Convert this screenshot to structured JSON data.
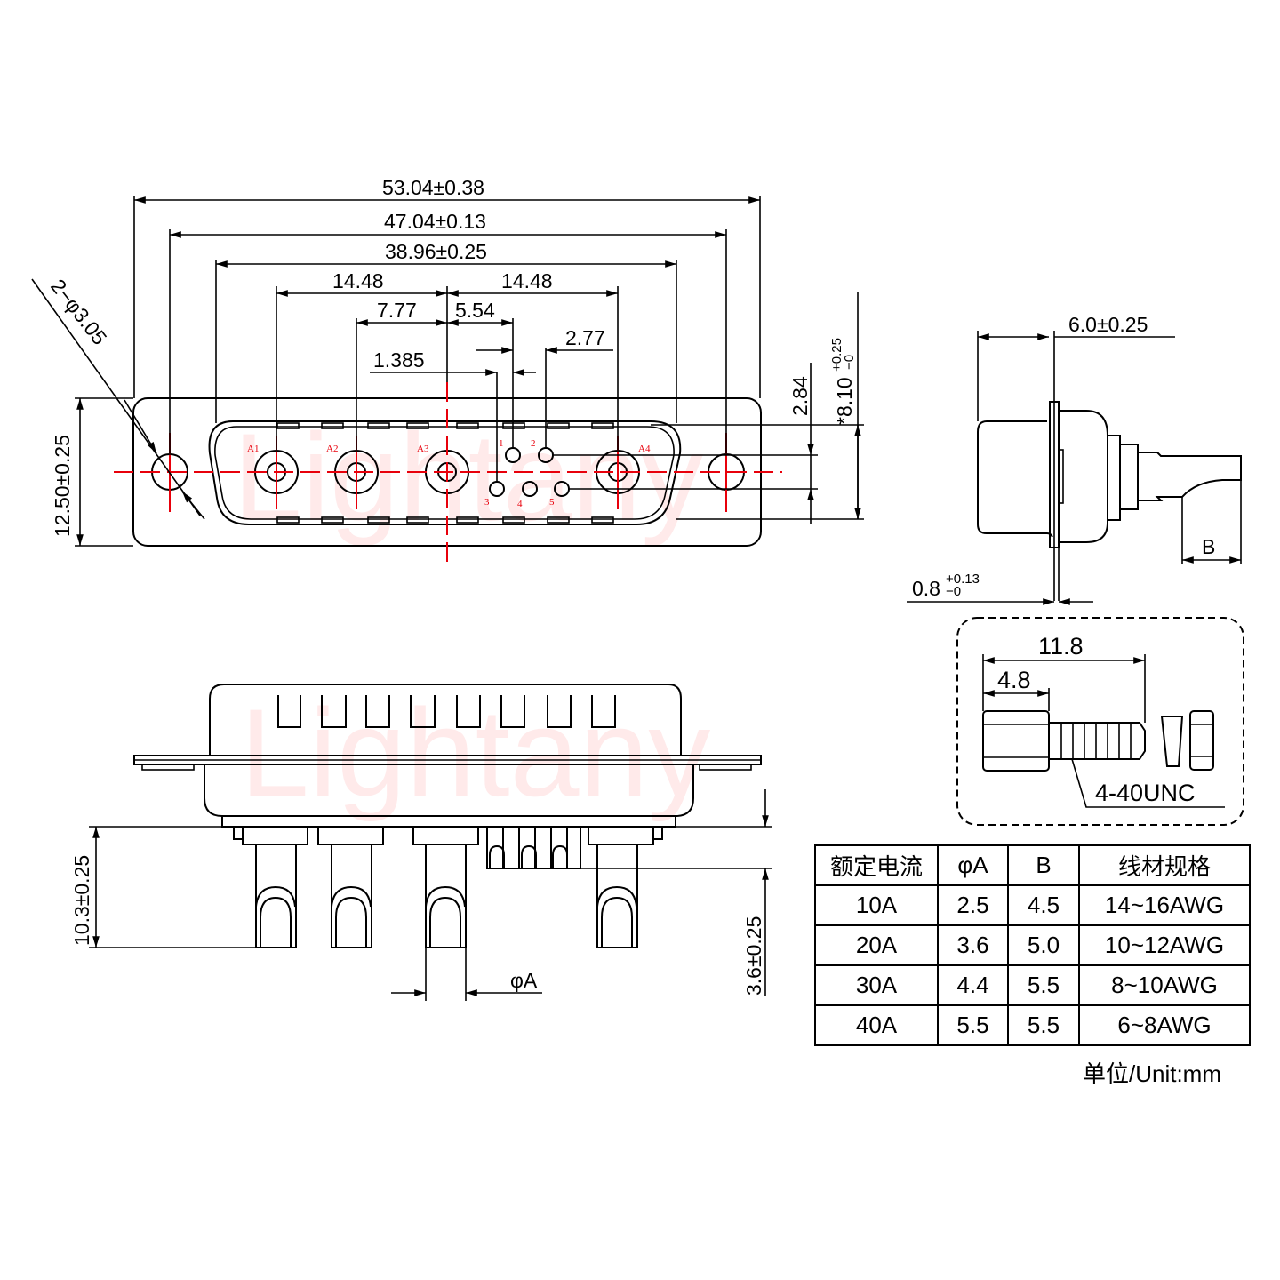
{
  "watermark": "Lightany",
  "front_view": {
    "dims": {
      "overall_width": "53.04±0.38",
      "mount_hole_spacing": "47.04±0.13",
      "shell_width": "38.96±0.25",
      "a1_to_a3": "14.48",
      "a3_to_a4": "14.48",
      "a2_to_a3": "7.77",
      "a3_to_pin2": "5.54",
      "signal_pitch": "2.77",
      "signal_half_pitch": "1.385",
      "row_offset": "2.84",
      "shell_height_main": "*8.10",
      "shell_height_tol_plus": "+0.25",
      "shell_height_tol_minus": "−0",
      "flange_height": "12.50±0.25",
      "mount_holes": "2−φ3.05"
    },
    "pin_labels": [
      "A1",
      "A2",
      "A3",
      "A4",
      "1",
      "2",
      "3",
      "4",
      "5"
    ]
  },
  "side_view": {
    "dims": {
      "depth": "6.0±0.25",
      "flange_thk_main": "0.8",
      "flange_thk_tol_plus": "+0.13",
      "flange_thk_tol_minus": "−0",
      "b_label": "B"
    }
  },
  "screw_detail": {
    "overall": "11.8",
    "hex_len": "4.8",
    "thread": "4-40UNC"
  },
  "bottom_view": {
    "dims": {
      "pin_length": "10.3±0.25",
      "signal_length": "3.6±0.25",
      "pin_dia": "φA"
    }
  },
  "spec_table": {
    "headers": [
      "额定电流",
      "φA",
      "B",
      "线材规格"
    ],
    "rows": [
      [
        "10A",
        "2.5",
        "4.5",
        "14~16AWG"
      ],
      [
        "20A",
        "3.6",
        "5.0",
        "10~12AWG"
      ],
      [
        "30A",
        "4.4",
        "5.5",
        "8~10AWG"
      ],
      [
        "40A",
        "5.5",
        "5.5",
        "6~8AWG"
      ]
    ]
  },
  "unit_note": "单位/Unit:mm"
}
